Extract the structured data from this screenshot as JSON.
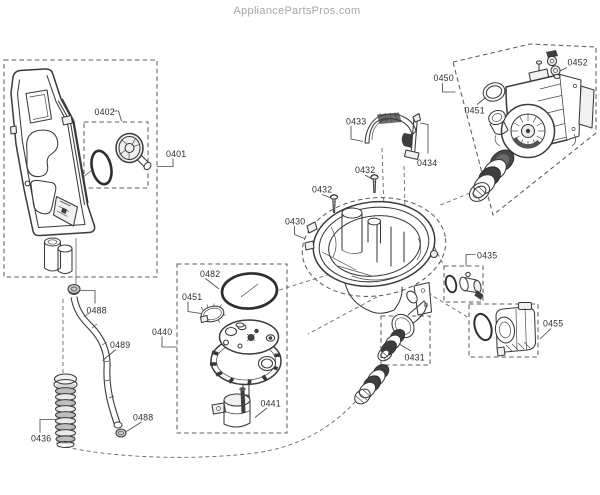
{
  "header": {
    "brand": "AppliancePartsPros.com"
  },
  "diagram_type": "appliance-exploded-parts-diagram",
  "colors": {
    "background": "#ffffff",
    "line": "#3a3a3a",
    "dashed_outline": "#5c5c5c",
    "label_text": "#2f2f2f",
    "brand_text": "#a6a6aa",
    "dark_part_fill": "#3e3e3e"
  },
  "callouts": [
    {
      "key": "panel-assembly",
      "label": "0401"
    },
    {
      "key": "pump-cover",
      "label": "0402"
    },
    {
      "key": "sump-basin",
      "label": "0430"
    },
    {
      "key": "outlet-check-valve",
      "label": "0431"
    },
    {
      "key": "screw-left",
      "label": "0432"
    },
    {
      "key": "screw-right",
      "label": "0432"
    },
    {
      "key": "filter-cowl",
      "label": "0433"
    },
    {
      "key": "clip-bracket",
      "label": "0434"
    },
    {
      "key": "small-valve",
      "label": "0435"
    },
    {
      "key": "corrugated-hose",
      "label": "0436"
    },
    {
      "key": "pump-head-group",
      "label": "0440"
    },
    {
      "key": "pump-motor",
      "label": "0441"
    },
    {
      "key": "circulation-pump",
      "label": "0450"
    },
    {
      "key": "pump-oring",
      "label": "0451"
    },
    {
      "key": "clamp-oring",
      "label": "0451"
    },
    {
      "key": "mount-link",
      "label": "0452"
    },
    {
      "key": "drain-pump",
      "label": "0455"
    },
    {
      "key": "sump-seal-oring",
      "label": "0482"
    },
    {
      "key": "hose-grommet-top",
      "label": "0488"
    },
    {
      "key": "hose-grommet-bottom",
      "label": "0488"
    },
    {
      "key": "fill-hose",
      "label": "0489"
    }
  ]
}
